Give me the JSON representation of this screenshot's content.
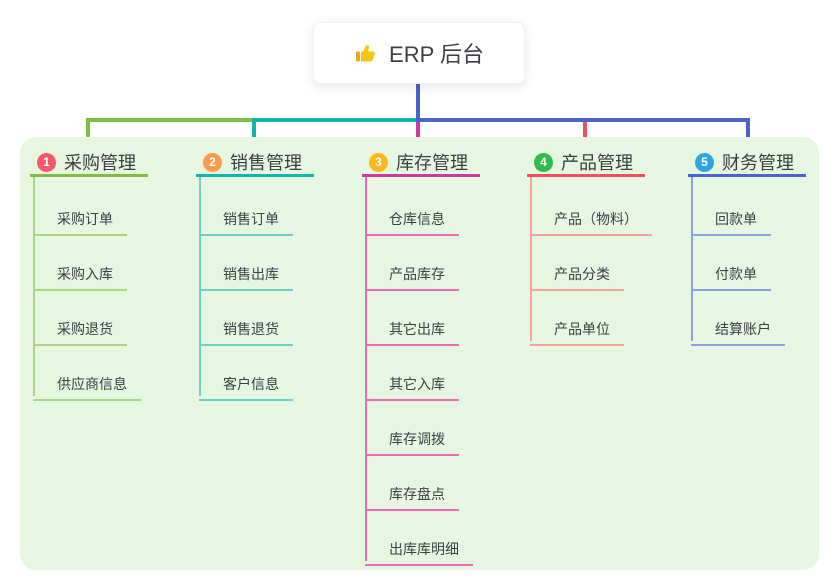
{
  "root": {
    "label": "ERP 后台",
    "icon": "thumbs-up-icon",
    "icon_color": "#f6c515",
    "connector_color": "#4a63cd"
  },
  "colors": {
    "canvas_bg": "#ffffff",
    "panel_bg": "#e7f6e1"
  },
  "branches": [
    {
      "number": "1",
      "label": "采购管理",
      "badge_color": "#f9566e",
      "line_color": "#7cbe3f",
      "child_line_color": "#abd57f",
      "children": [
        "采购订单",
        "采购入库",
        "采购退货",
        "供应商信息"
      ]
    },
    {
      "number": "2",
      "label": "销售管理",
      "badge_color": "#fb9a4a",
      "line_color": "#0fb5ae",
      "child_line_color": "#6fd0c8",
      "children": [
        "销售订单",
        "销售出库",
        "销售退货",
        "客户信息"
      ]
    },
    {
      "number": "3",
      "label": "库存管理",
      "badge_color": "#fcb817",
      "line_color": "#d0399f",
      "child_line_color": "#ee6ab4",
      "children": [
        "仓库信息",
        "产品库存",
        "其它出库",
        "其它入库",
        "库存调拨",
        "库存盘点",
        "出库库明细"
      ]
    },
    {
      "number": "4",
      "label": "产品管理",
      "badge_color": "#2dbd4e",
      "line_color": "#f1505a",
      "child_line_color": "#f7a19b",
      "children": [
        "产品（物料）",
        "产品分类",
        "产品单位"
      ]
    },
    {
      "number": "5",
      "label": "财务管理",
      "badge_color": "#2aa7e0",
      "line_color": "#4a63cd",
      "child_line_color": "#8ba3da",
      "children": [
        "回款单",
        "付款单",
        "结算账户"
      ]
    }
  ]
}
